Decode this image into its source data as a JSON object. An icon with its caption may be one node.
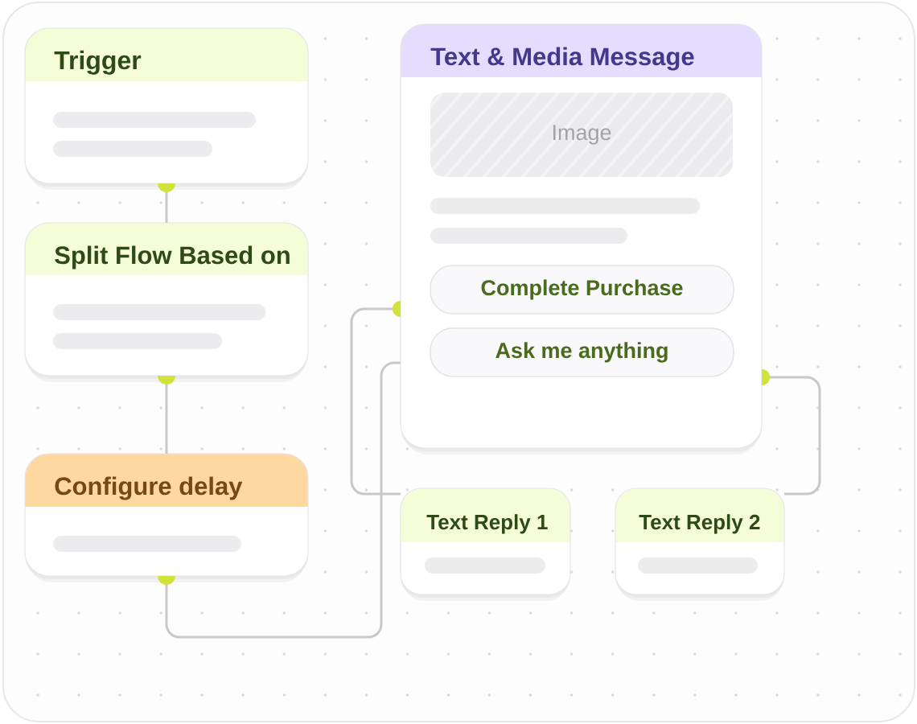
{
  "diagram": {
    "nodes": [
      {
        "text": [
          "Trigger"
        ]
      },
      {
        "text": [
          "Split Flow Based on"
        ]
      },
      {
        "text": [
          "Configure delay"
        ]
      },
      {
        "text": [
          "Text & Media Message"
        ]
      },
      {
        "text": [
          "Image"
        ],
        "in": 3
      },
      {
        "text": [
          "Complete Purchase"
        ],
        "in": 3
      },
      {
        "text": [
          "Ask me anything"
        ],
        "in": 3
      },
      {
        "text": [
          "Text Reply 1"
        ]
      },
      {
        "text": [
          "Text Reply 2"
        ]
      }
    ],
    "edges": [
      {
        "from": 0,
        "to": 1,
        "arrow": "other"
      },
      {
        "from": 1,
        "to": 2,
        "arrow": "other"
      },
      {
        "from": 2,
        "to": 3,
        "arrow": "other"
      },
      {
        "from": 3,
        "to": 7,
        "arrow": "other"
      },
      {
        "from": 3,
        "to": 8,
        "arrow": "other"
      }
    ]
  }
}
